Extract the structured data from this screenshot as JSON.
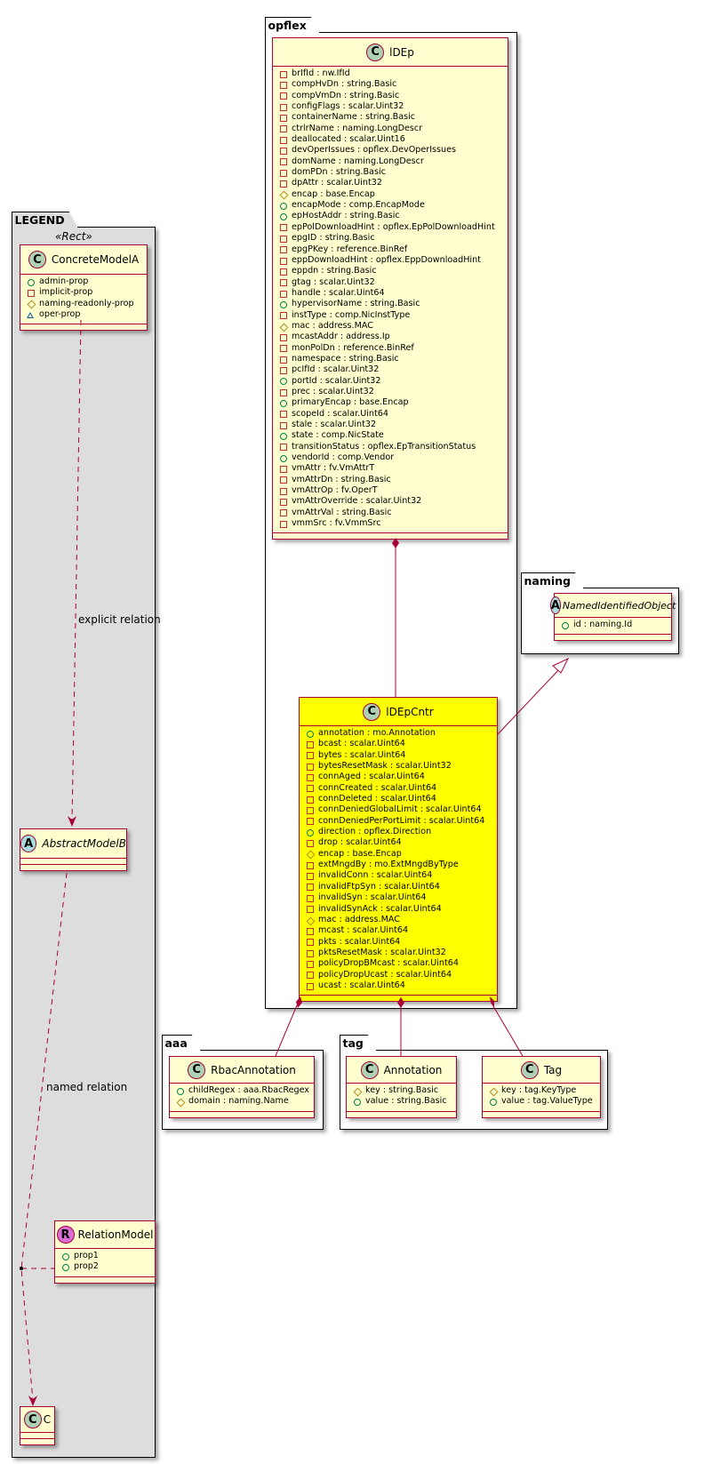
{
  "packages": {
    "opflex": "opflex",
    "naming": "naming",
    "aaa": "aaa",
    "tag": "tag",
    "legend": "LEGEND"
  },
  "legend": {
    "stereotype": "«Rect»",
    "concrete": {
      "name": "ConcreteModelA",
      "badge": "C",
      "attrs": [
        {
          "vis": "pub",
          "text": "admin-prop"
        },
        {
          "vis": "priv",
          "text": "implicit-prop"
        },
        {
          "vis": "prot",
          "text": "naming-readonly-prop"
        },
        {
          "vis": "pkgv",
          "text": "oper-prop"
        }
      ]
    },
    "abstract": {
      "name": "AbstractModelB",
      "badge": "A"
    },
    "relation": {
      "name": "RelationModel",
      "badge": "R",
      "attrs": [
        {
          "vis": "pub",
          "text": "prop1"
        },
        {
          "vis": "pub",
          "text": "prop2"
        }
      ]
    },
    "target": {
      "name": "C",
      "badge": "C"
    },
    "explicit_relation_label": "explicit relation",
    "named_relation_label": "named relation"
  },
  "classes": {
    "IDEp": {
      "name": "lDEp",
      "badge": "C",
      "attrs": [
        {
          "vis": "priv",
          "text": "brIfId : nw.IfId"
        },
        {
          "vis": "priv",
          "text": "compHvDn : string.Basic"
        },
        {
          "vis": "priv",
          "text": "compVmDn : string.Basic"
        },
        {
          "vis": "priv",
          "text": "configFlags : scalar.Uint32"
        },
        {
          "vis": "priv",
          "text": "containerName : string.Basic"
        },
        {
          "vis": "priv",
          "text": "ctrlrName : naming.LongDescr"
        },
        {
          "vis": "priv",
          "text": "deallocated : scalar.Uint16"
        },
        {
          "vis": "priv",
          "text": "devOperIssues : opflex.DevOperIssues"
        },
        {
          "vis": "priv",
          "text": "domName : naming.LongDescr"
        },
        {
          "vis": "priv",
          "text": "domPDn : string.Basic"
        },
        {
          "vis": "priv",
          "text": "dpAttr : scalar.Uint32"
        },
        {
          "vis": "prot",
          "text": "encap : base.Encap"
        },
        {
          "vis": "pub",
          "text": "encapMode : comp.EncapMode"
        },
        {
          "vis": "pub",
          "text": "epHostAddr : string.Basic"
        },
        {
          "vis": "priv",
          "text": "epPolDownloadHint : opflex.EpPolDownloadHint"
        },
        {
          "vis": "priv",
          "text": "epgID : string.Basic"
        },
        {
          "vis": "priv",
          "text": "epgPKey : reference.BinRef"
        },
        {
          "vis": "priv",
          "text": "eppDownloadHint : opflex.EppDownloadHint"
        },
        {
          "vis": "priv",
          "text": "eppdn : string.Basic"
        },
        {
          "vis": "priv",
          "text": "gtag : scalar.Uint32"
        },
        {
          "vis": "priv",
          "text": "handle : scalar.Uint64"
        },
        {
          "vis": "pub",
          "text": "hypervisorName : string.Basic"
        },
        {
          "vis": "priv",
          "text": "instType : comp.NicInstType"
        },
        {
          "vis": "prot",
          "text": "mac : address.MAC"
        },
        {
          "vis": "priv",
          "text": "mcastAddr : address.Ip"
        },
        {
          "vis": "priv",
          "text": "monPolDn : reference.BinRef"
        },
        {
          "vis": "priv",
          "text": "namespace : string.Basic"
        },
        {
          "vis": "priv",
          "text": "pcIfId : scalar.Uint32"
        },
        {
          "vis": "pub",
          "text": "portId : scalar.Uint32"
        },
        {
          "vis": "priv",
          "text": "prec : scalar.Uint32"
        },
        {
          "vis": "pub",
          "text": "primaryEncap : base.Encap"
        },
        {
          "vis": "priv",
          "text": "scopeId : scalar.Uint64"
        },
        {
          "vis": "priv",
          "text": "stale : scalar.Uint32"
        },
        {
          "vis": "pub",
          "text": "state : comp.NicState"
        },
        {
          "vis": "priv",
          "text": "transitionStatus : opflex.EpTransitionStatus"
        },
        {
          "vis": "pub",
          "text": "vendorId : comp.Vendor"
        },
        {
          "vis": "priv",
          "text": "vmAttr : fv.VmAttrT"
        },
        {
          "vis": "priv",
          "text": "vmAttrDn : string.Basic"
        },
        {
          "vis": "priv",
          "text": "vmAttrOp : fv.OperT"
        },
        {
          "vis": "priv",
          "text": "vmAttrOverride : scalar.Uint32"
        },
        {
          "vis": "priv",
          "text": "vmAttrVal : string.Basic"
        },
        {
          "vis": "priv",
          "text": "vmmSrc : fv.VmmSrc"
        }
      ]
    },
    "IDEpCntr": {
      "name": "lDEpCntr",
      "badge": "C",
      "attrs": [
        {
          "vis": "pub",
          "text": "annotation : mo.Annotation"
        },
        {
          "vis": "priv",
          "text": "bcast : scalar.Uint64"
        },
        {
          "vis": "priv",
          "text": "bytes : scalar.Uint64"
        },
        {
          "vis": "priv",
          "text": "bytesResetMask : scalar.Uint32"
        },
        {
          "vis": "priv",
          "text": "connAged : scalar.Uint64"
        },
        {
          "vis": "priv",
          "text": "connCreated : scalar.Uint64"
        },
        {
          "vis": "priv",
          "text": "connDeleted : scalar.Uint64"
        },
        {
          "vis": "priv",
          "text": "connDeniedGlobalLimit : scalar.Uint64"
        },
        {
          "vis": "priv",
          "text": "connDeniedPerPortLimit : scalar.Uint64"
        },
        {
          "vis": "pub",
          "text": "direction : opflex.Direction"
        },
        {
          "vis": "priv",
          "text": "drop : scalar.Uint64"
        },
        {
          "vis": "prot",
          "text": "encap : base.Encap"
        },
        {
          "vis": "priv",
          "text": "extMngdBy : mo.ExtMngdByType"
        },
        {
          "vis": "priv",
          "text": "invalidConn : scalar.Uint64"
        },
        {
          "vis": "priv",
          "text": "invalidFtpSyn : scalar.Uint64"
        },
        {
          "vis": "priv",
          "text": "invalidSyn : scalar.Uint64"
        },
        {
          "vis": "priv",
          "text": "invalidSynAck : scalar.Uint64"
        },
        {
          "vis": "prot",
          "text": "mac : address.MAC"
        },
        {
          "vis": "priv",
          "text": "mcast : scalar.Uint64"
        },
        {
          "vis": "priv",
          "text": "pkts : scalar.Uint64"
        },
        {
          "vis": "priv",
          "text": "pktsResetMask : scalar.Uint32"
        },
        {
          "vis": "priv",
          "text": "policyDropBMcast : scalar.Uint64"
        },
        {
          "vis": "priv",
          "text": "policyDropUcast : scalar.Uint64"
        },
        {
          "vis": "priv",
          "text": "ucast : scalar.Uint64"
        }
      ]
    },
    "NamedIdentifiedObject": {
      "name": "NamedIdentifiedObject",
      "badge": "A",
      "attrs": [
        {
          "vis": "pub",
          "text": "id : naming.Id"
        }
      ]
    },
    "RbacAnnotation": {
      "name": "RbacAnnotation",
      "badge": "C",
      "attrs": [
        {
          "vis": "pub",
          "text": "childRegex : aaa.RbacRegex"
        },
        {
          "vis": "prot",
          "text": "domain : naming.Name"
        }
      ]
    },
    "Annotation": {
      "name": "Annotation",
      "badge": "C",
      "attrs": [
        {
          "vis": "prot",
          "text": "key : string.Basic"
        },
        {
          "vis": "pub",
          "text": "value : string.Basic"
        }
      ]
    },
    "Tag": {
      "name": "Tag",
      "badge": "C",
      "attrs": [
        {
          "vis": "prot",
          "text": "key : tag.KeyType"
        },
        {
          "vis": "pub",
          "text": "value : tag.ValueType"
        }
      ]
    }
  },
  "colors": {
    "class_fill": "#fefece",
    "highlight_fill": "#ffff00",
    "border": "#a80036",
    "legend_bg": "#dddddd"
  }
}
